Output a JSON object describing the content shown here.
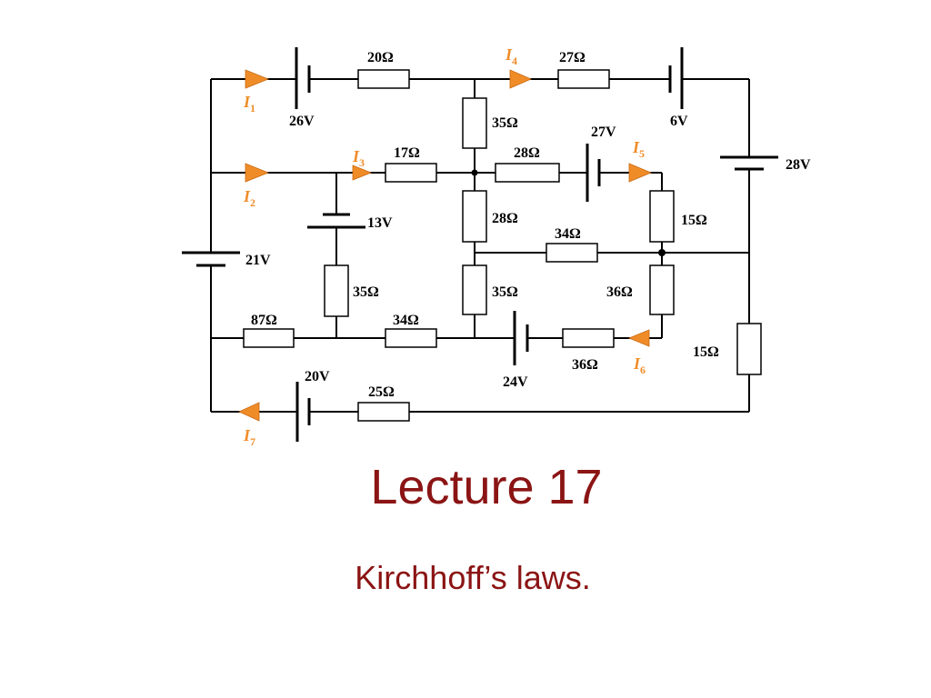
{
  "slide": {
    "title": "Lecture 17",
    "subtitle": "Kirchhoff’s laws."
  },
  "circuit": {
    "resistor_labels": {
      "r_top_20": "20Ω",
      "r_top_27": "27Ω",
      "r_v35_top": "35Ω",
      "r_mid_17": "17Ω",
      "r_mid_28": "28Ω",
      "r_v28": "28Ω",
      "r_v15_right": "15Ω",
      "r_h34_mid": "34Ω",
      "r_v35_left": "35Ω",
      "r_v35_center": "35Ω",
      "r_v36_right": "36Ω",
      "r_h87": "87Ω",
      "r_h34_low": "34Ω",
      "r_h36_low": "36Ω",
      "r_v15_far": "15Ω",
      "r_h25": "25Ω"
    },
    "battery_labels": {
      "b_26": "26V",
      "b_6": "6V",
      "b_27": "27V",
      "b_28": "28V",
      "b_13": "13V",
      "b_21": "21V",
      "b_24": "24V",
      "b_20": "20V"
    },
    "current_labels": {
      "i1": {
        "main": "I",
        "sub": "1"
      },
      "i2": {
        "main": "I",
        "sub": "2"
      },
      "i3": {
        "main": "I",
        "sub": "3"
      },
      "i4": {
        "main": "I",
        "sub": "4"
      },
      "i5": {
        "main": "I",
        "sub": "5"
      },
      "i6": {
        "main": "I",
        "sub": "6"
      },
      "i7": {
        "main": "I",
        "sub": "7"
      }
    },
    "colors": {
      "current_arrow": "#f08c28",
      "title_text": "#8b1414"
    }
  }
}
